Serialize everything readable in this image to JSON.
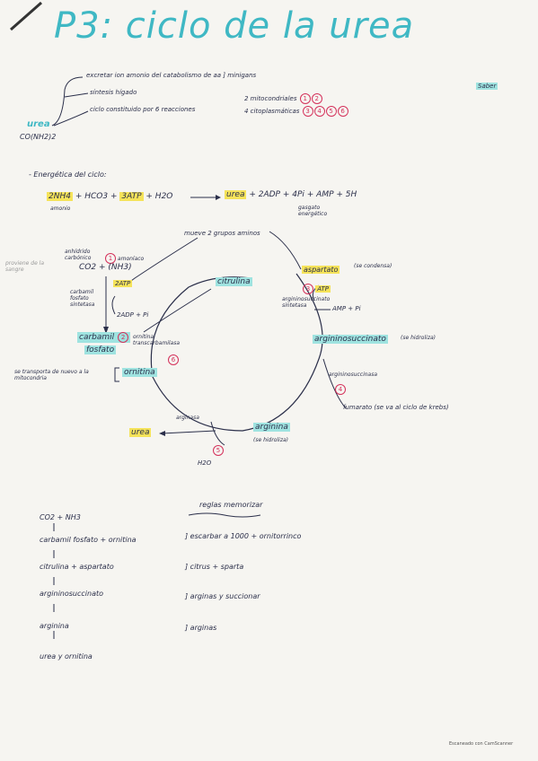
{
  "title": "P3: ciclo de la urea",
  "header": {
    "urea_word": "urea",
    "formula": "CO(NH2)2",
    "line1": "excretar ion amonio del catabolismo de aa ] minigans",
    "line2": "síntesis hígado",
    "line3": "ciclo constituido por 6 reacciones",
    "mito": "2 mitocondriales",
    "cito": "4 citoplasmáticas",
    "saber": "Saber"
  },
  "energetics": {
    "label": "- Energética del ciclo:",
    "lhs_a": "2NH4",
    "lhs_b": "+ HCO3 +",
    "lhs_c": "3ATP",
    "lhs_d": "+ H2O",
    "rhs_urea": "urea",
    "rhs_rest": "+ 2ADP + 4Pi + AMP + 5H",
    "amonio": "amonio",
    "pirofosfato": "gasgato energético"
  },
  "cycle": {
    "arrow_label": "mueve 2 grupos aminos",
    "anhidrido": "anhídrido carbónico",
    "amonio_label": "amoníaco",
    "co2_nh3": "CO2 + (NH3)",
    "enzyme1": "carbamil fosfato sintetasa",
    "atp2": "2ATP",
    "adp2": "2ADP + Pi",
    "carbamil": "carbamil",
    "fosfato": "fosfato",
    "ornitina": "ornitina",
    "citrulina": "citrulina",
    "aspartato": "aspartato",
    "se_condensa": "(se condensa)",
    "atp": "ATP",
    "amp_pi": "AMP + Pi",
    "enzyme3": "argininosuccinato sintetasa",
    "argininosuccinato": "argininosuccinato",
    "se_hidroliza1": "(se hidroliza)",
    "enzyme4": "argininosuccinasa",
    "fumarato": "fumarato (se va al ciclo de krebs)",
    "arginina": "arginina",
    "se_hidroliza2": "(se hidroliza)",
    "enzyme5": "arginasa",
    "h2o": "H2O",
    "urea": "urea",
    "enzyme2": "ornitina transcarbamilasa",
    "transport_note": "se transporta de nuevo a la mitocondria",
    "proviene": "proviene de la sangre",
    "n1": "1",
    "n2": "2",
    "n3": "3",
    "n4": "4",
    "n5": "5",
    "n6": "6"
  },
  "mnemonic": {
    "heading": "reglas memorizar",
    "steps": [
      "CO2 + NH3",
      "carbamil fosfato + ornitina",
      "citrulina + aspartato",
      "argininosuccinato",
      "arginina",
      "urea y ornitina"
    ],
    "rules": [
      "] escarbar a 1000 + ornitorrinco",
      "] citrus + sparta",
      "] arginas y succionar",
      "] arginas"
    ]
  },
  "footer": "Escaneado con CamScanner"
}
